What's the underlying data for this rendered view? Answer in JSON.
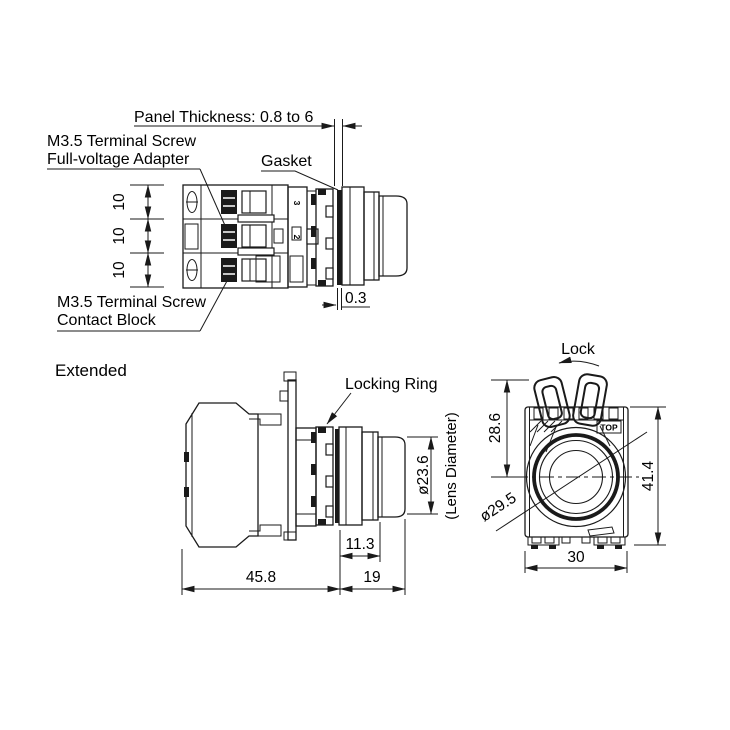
{
  "top_view": {
    "panel_thickness_label": "Panel Thickness: 0.8 to 6",
    "adapter_label_1": "M3.5 Terminal Screw",
    "adapter_label_2": "Full-voltage Adapter",
    "gasket_label": "Gasket",
    "contact_label_1": "M3.5 Terminal Screw",
    "contact_label_2": "Contact Block",
    "pitch": [
      "10",
      "10",
      "10"
    ],
    "gasket_thickness": "0.3",
    "terminal_numbers": [
      "3",
      "2"
    ]
  },
  "extended_view": {
    "title": "Extended",
    "locking_ring_label": "Locking Ring",
    "lens_diameter": "ø23.6",
    "lens_diameter_note": "(Lens Diameter)",
    "bezel_depth": "11.3",
    "body_depth": "45.8",
    "front_depth": "19"
  },
  "front_view": {
    "lock_label": "Lock",
    "top_marking": "TOP",
    "center_height": "28.6",
    "total_height": "41.4",
    "bezel_diameter": "ø29.5",
    "width": "30"
  },
  "colors": {
    "line": "#1a1a1a",
    "background": "#ffffff"
  }
}
